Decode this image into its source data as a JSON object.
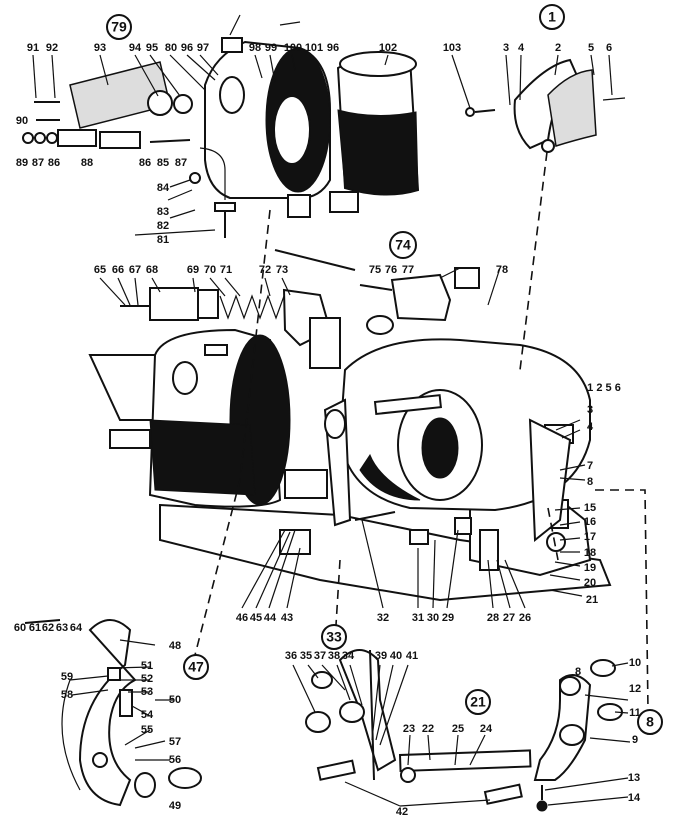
{
  "callout_circles": [
    "79",
    "1",
    "74",
    "33",
    "47",
    "21",
    "8"
  ],
  "part_numbers": {
    "n1": "1",
    "n2": "2",
    "n3": "3",
    "n4": "4",
    "n5": "5",
    "n6": "6",
    "n7": "7",
    "n8": "8",
    "n9": "9",
    "n10": "10",
    "n11": "11",
    "n12": "12",
    "n13": "13",
    "n14": "14",
    "n15": "15",
    "n16": "16",
    "n17": "17",
    "n18": "18",
    "n19": "19",
    "n20": "20",
    "n21": "21",
    "n22": "22",
    "n23": "23",
    "n24": "24",
    "n25": "25",
    "n26": "26",
    "n27": "27",
    "n28": "28",
    "n29": "29",
    "n30": "30",
    "n31": "31",
    "n32": "32",
    "n34": "34",
    "n35": "35",
    "n36": "36",
    "n37": "37",
    "n38": "38",
    "n39": "39",
    "n40": "40",
    "n41": "41",
    "n42": "42",
    "n43": "43",
    "n44": "44",
    "n45": "45",
    "n46": "46",
    "n48": "48",
    "n49": "49",
    "n50": "50",
    "n51": "51",
    "n52": "52",
    "n53": "53",
    "n54": "54",
    "n55": "55",
    "n56": "56",
    "n57": "57",
    "n58": "58",
    "n59": "59",
    "n60": "60",
    "n61": "61",
    "n62": "62",
    "n63": "63",
    "n64": "64",
    "n65": "65",
    "n66": "66",
    "n67": "67",
    "n68": "68",
    "n69": "69",
    "n70": "70",
    "n71": "71",
    "n72": "72",
    "n73": "73",
    "n75": "75",
    "n76": "76",
    "n77": "77",
    "n78": "78",
    "n80": "80",
    "n81": "81",
    "n82": "82",
    "n83": "83",
    "n84": "84",
    "n85": "85",
    "n86": "86",
    "n87": "87",
    "n88": "88",
    "n89": "89",
    "n90": "90",
    "n91": "91",
    "n92": "92",
    "n93": "93",
    "n94": "94",
    "n95": "95",
    "n96": "96",
    "n97": "97",
    "n98": "98",
    "n99": "99",
    "n100": "100",
    "n101": "101",
    "n102": "102",
    "n103": "103",
    "label_1256": "1 2 5 6"
  }
}
